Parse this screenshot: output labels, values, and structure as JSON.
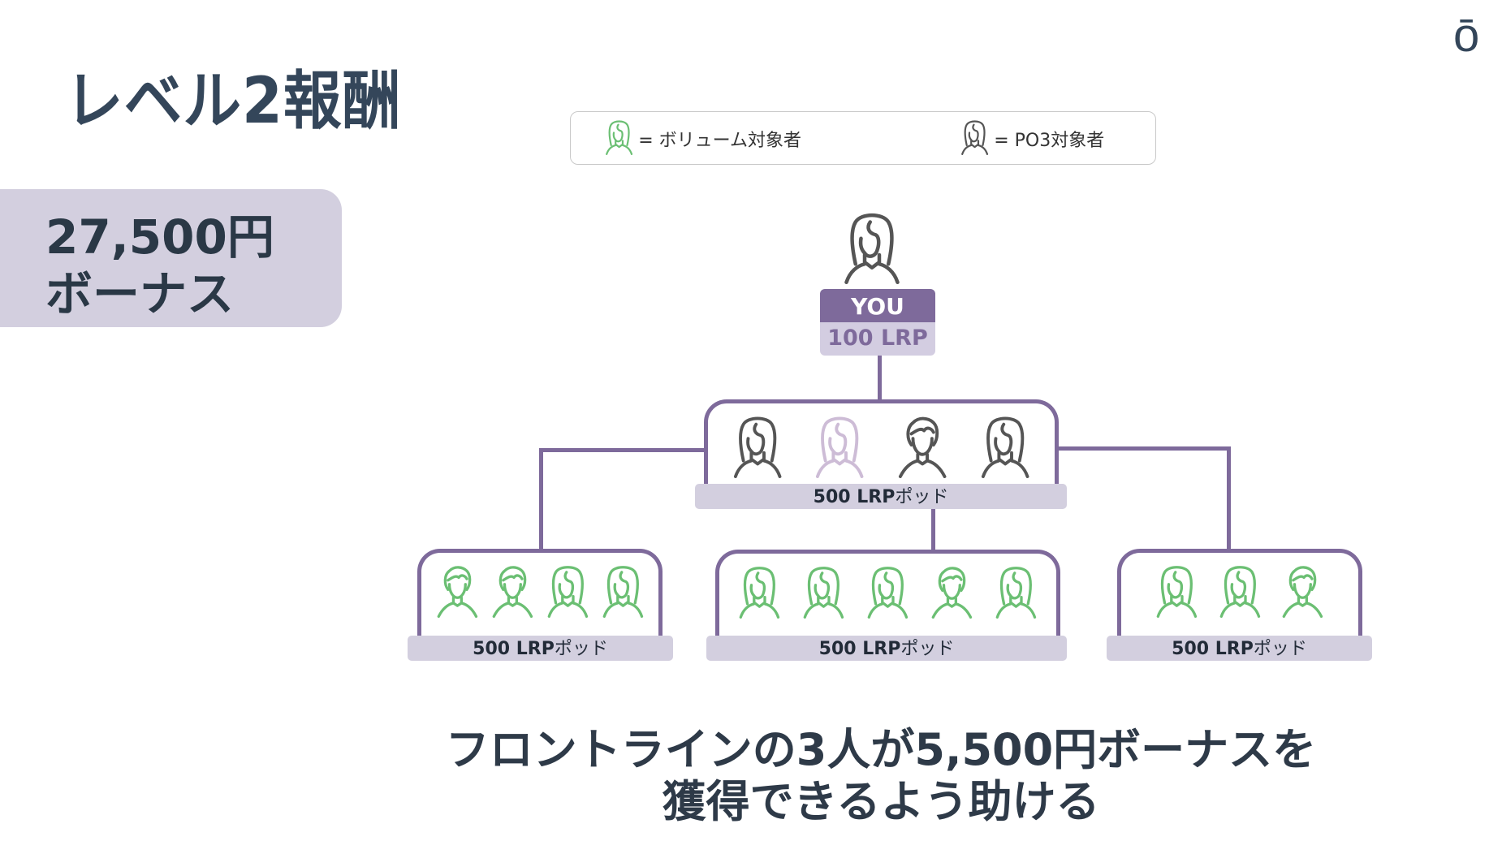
{
  "header": {
    "title": "レベル2報酬",
    "logo_text": "ō"
  },
  "bonus": {
    "amount": "27,500円",
    "label": "ボーナス"
  },
  "legend": {
    "items": [
      {
        "icon": "person-female-icon",
        "color": "#6bbf73",
        "text": "= ボリューム対象者"
      },
      {
        "icon": "person-female-icon",
        "color": "#555555",
        "text": "= PO3対象者"
      }
    ]
  },
  "colors": {
    "connector": "#7e6a9b",
    "volume_qualifier": "#6bbf73",
    "po3_qualifier": "#555555",
    "inactive": "#cdbcd6",
    "pod_label_bg": "#d3cfdf"
  },
  "you": {
    "label": "YOU",
    "lrp": "100 LRP",
    "icon": "female"
  },
  "pods": [
    {
      "id": "frontline",
      "label_num": "500 LRP",
      "label_kana": "ポッド",
      "members": [
        {
          "gender": "female",
          "status": "po3"
        },
        {
          "gender": "female",
          "status": "inactive"
        },
        {
          "gender": "male",
          "status": "po3"
        },
        {
          "gender": "female",
          "status": "po3"
        }
      ]
    },
    {
      "id": "left",
      "label_num": "500 LRP",
      "label_kana": "ポッド",
      "members": [
        {
          "gender": "male",
          "status": "volume"
        },
        {
          "gender": "male",
          "status": "volume"
        },
        {
          "gender": "female",
          "status": "volume"
        },
        {
          "gender": "female",
          "status": "volume"
        }
      ]
    },
    {
      "id": "center",
      "label_num": "500 LRP",
      "label_kana": "ポッド",
      "members": [
        {
          "gender": "female",
          "status": "volume"
        },
        {
          "gender": "female",
          "status": "volume"
        },
        {
          "gender": "female",
          "status": "volume"
        },
        {
          "gender": "male",
          "status": "volume"
        },
        {
          "gender": "female",
          "status": "volume"
        }
      ]
    },
    {
      "id": "right",
      "label_num": "500 LRP",
      "label_kana": "ポッド",
      "members": [
        {
          "gender": "female",
          "status": "volume"
        },
        {
          "gender": "female",
          "status": "volume"
        },
        {
          "gender": "male",
          "status": "volume"
        }
      ]
    }
  ],
  "footer": {
    "line1": "フロントラインの3人が5,500円ボーナスを",
    "line2": "獲得できるよう助ける"
  }
}
